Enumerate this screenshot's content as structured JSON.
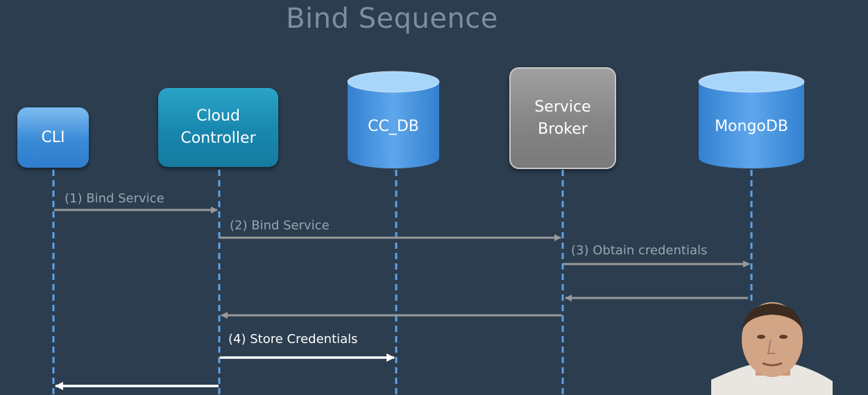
{
  "title": "Bind Sequence",
  "participants": {
    "cli": "CLI",
    "cloud_controller": "Cloud\nController",
    "cc_db": "CC_DB",
    "service_broker": "Service\nBroker",
    "mongodb": "MongoDB"
  },
  "messages": {
    "m1": "(1) Bind Service",
    "m2": "(2) Bind Service",
    "m3": "(3) Obtain credentials",
    "m4": "(4) Store Credentials"
  },
  "colors": {
    "background": "#2b3d4f",
    "lifeline": "#5ea2e6",
    "arrow_grey": "#9a9a9a",
    "arrow_white": "#ffffff"
  }
}
